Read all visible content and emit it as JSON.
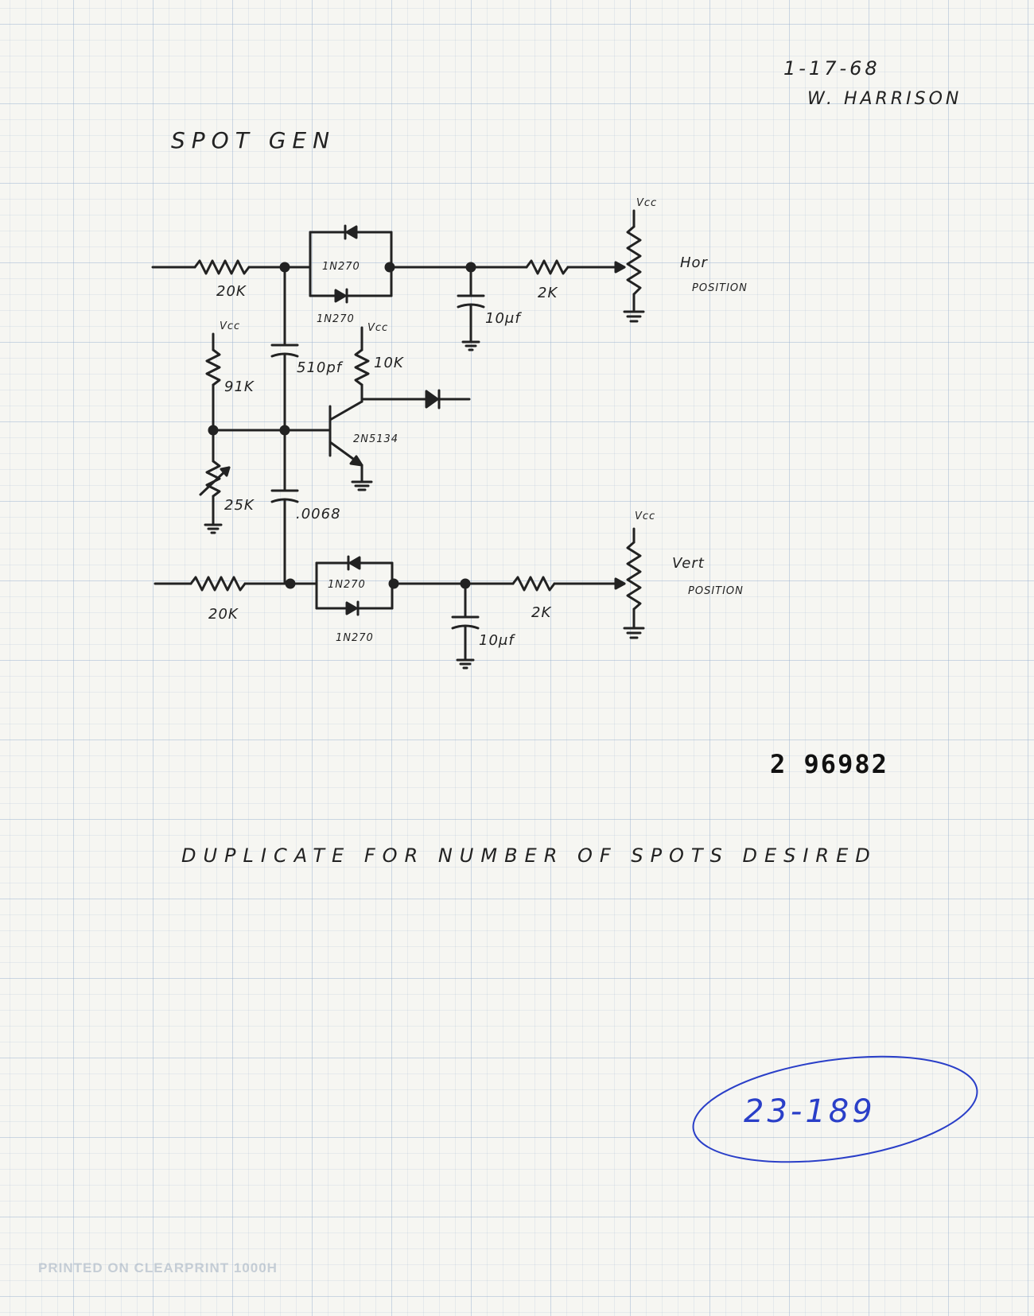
{
  "header": {
    "date": "1-17-68",
    "author": "W. HARRISON"
  },
  "title": "SPOT GEN",
  "schematic": {
    "top": {
      "input_resistor": "20K",
      "diode_upper": "1N270",
      "diode_lower": "1N270",
      "output_resistor": "2K",
      "capacitor": "10μf",
      "pot_supply": "Vcc",
      "output_label_line1": "Hor",
      "output_label_line2": "POSITION"
    },
    "oscillator": {
      "bias_supply": "Vcc",
      "bias_resistor": "91K",
      "trim_pot": "25K",
      "coupling_cap_top": "510pf",
      "coupling_cap_bottom": ".0068",
      "collector_supply": "Vcc",
      "collector_resistor": "10K",
      "transistor": "2N5134"
    },
    "bottom": {
      "input_resistor": "20K",
      "diode_box": "1N270",
      "diode_lower": "1N270",
      "output_resistor": "2K",
      "capacitor": "10μf",
      "pot_supply": "Vcc",
      "output_label_line1": "Vert",
      "output_label_line2": "POSITION"
    }
  },
  "stamp_number": "2 96982",
  "note": "DUPLICATE FOR NUMBER OF SPOTS DESIRED",
  "blue_reference": "23-189",
  "paper_imprint": "PRINTED ON CLEARPRINT 1000H",
  "colors": {
    "ink": "#222222",
    "blue_ink": "#2a3fc8",
    "grid": "#96afcd"
  }
}
